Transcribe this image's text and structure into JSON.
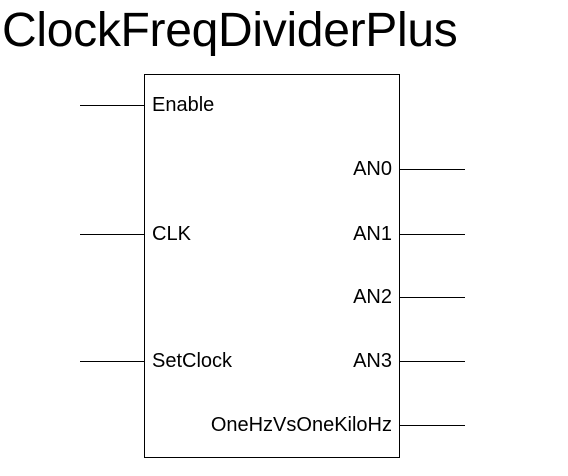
{
  "title": "ClockFreqDividerPlus",
  "inputs": [
    {
      "name": "Enable"
    },
    {
      "name": "CLK"
    },
    {
      "name": "SetClock"
    }
  ],
  "outputs": [
    {
      "name": "AN0"
    },
    {
      "name": "AN1"
    },
    {
      "name": "AN2"
    },
    {
      "name": "AN3"
    },
    {
      "name": "OneHzVsOneKiloHz"
    }
  ],
  "colors": {
    "line": "#000000",
    "background": "#ffffff"
  }
}
